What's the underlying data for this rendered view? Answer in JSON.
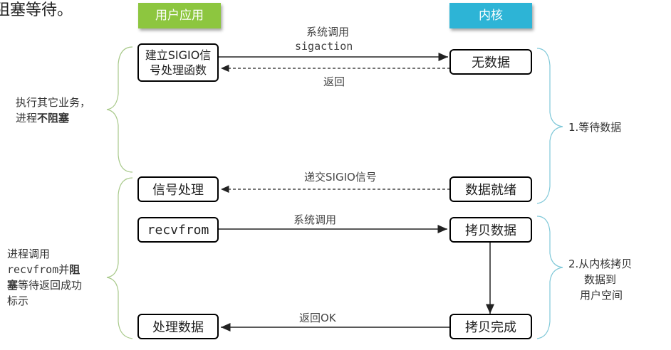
{
  "top_fragment": "阻塞等待。",
  "headers": {
    "user": {
      "label": "用户应用",
      "color": "#8dc63f"
    },
    "kernel": {
      "label": "内核",
      "color": "#2db4d6"
    }
  },
  "user_boxes": {
    "sigio": [
      "建立SIGIO信",
      "号处理函数"
    ],
    "signal_handler": "信号处理",
    "recvfrom": "recvfrom",
    "process_data": "处理数据"
  },
  "kernel_boxes": {
    "no_data": "无数据",
    "data_ready": "数据就绪",
    "copy_data": "拷贝数据",
    "copy_done": "拷贝完成"
  },
  "arrows": {
    "syscall_sigaction": [
      "系统调用",
      "sigaction"
    ],
    "return": "返回",
    "deliver_sigio": "递交SIGIO信号",
    "syscall": "系统调用",
    "return_ok": "返回OK"
  },
  "left_notes": {
    "nonblocking": {
      "line1": "执行其它业务，",
      "line2_prefix": "进程",
      "line2_bold": "不阻塞"
    },
    "blocking": {
      "line1": "进程调用",
      "line2_prefix": "recvfrom并",
      "line2_bold": "阻",
      "line3_bold": "塞",
      "line3_suffix": "等待返回成功",
      "line4": "标示"
    }
  },
  "right_notes": {
    "stage1": "1.等待数据",
    "stage2": [
      "2.从内核拷贝",
      "数据到",
      "用户空间"
    ]
  },
  "colors": {
    "left_brace": "#a8c98a",
    "right_brace": "#7fc8d8"
  }
}
